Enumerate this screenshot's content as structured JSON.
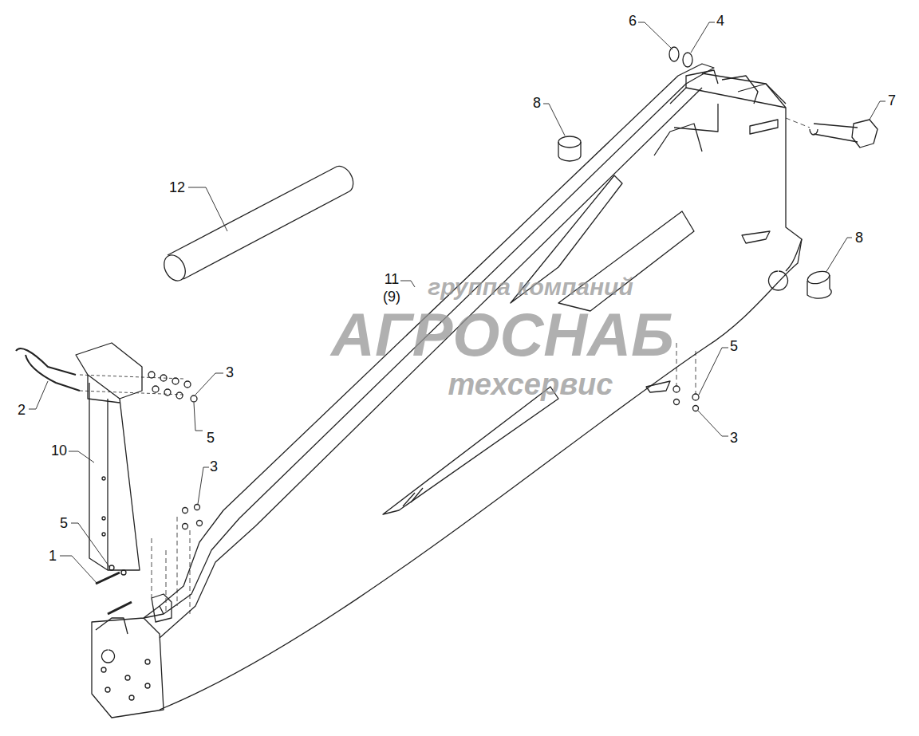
{
  "diagram": {
    "labels": [
      "6",
      "4",
      "8",
      "7",
      "12",
      "8",
      "11",
      "(9)",
      "группа компаний",
      "АГРОСНАБ",
      "техсервис",
      "2",
      "3",
      "5",
      "5",
      "3",
      "10",
      "3",
      "5",
      "1"
    ]
  }
}
